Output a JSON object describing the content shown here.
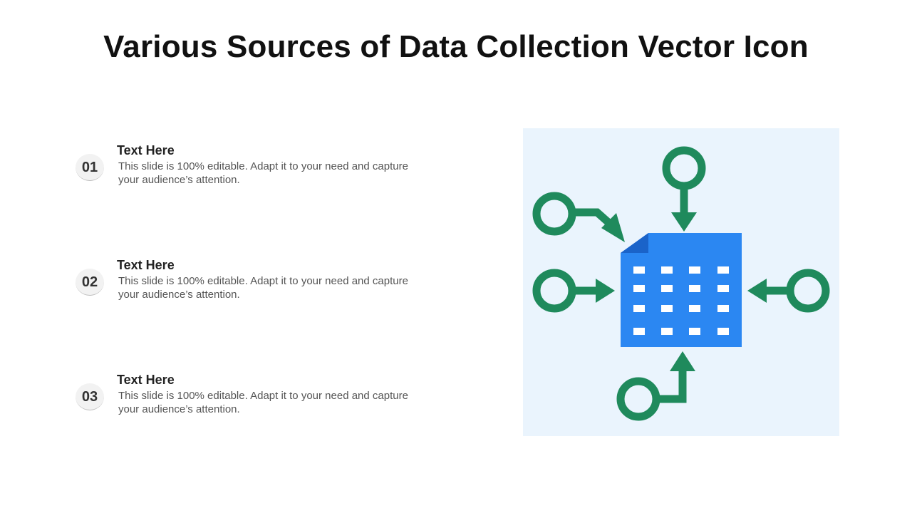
{
  "slide": {
    "title": "Various Sources of Data Collection Vector Icon"
  },
  "items": [
    {
      "number": "01",
      "heading": "Text Here",
      "body": "This slide is 100% editable. Adapt it to your need and capture your audience’s attention."
    },
    {
      "number": "02",
      "heading": "Text Here",
      "body": "This slide is 100% editable. Adapt it to your need and capture your audience’s attention."
    },
    {
      "number": "03",
      "heading": "Text Here",
      "body": "This slide is 100% editable. Adapt it to your need and capture your audience’s attention."
    }
  ],
  "icon": {
    "name": "data-collection-icon",
    "colors": {
      "panel_background": "#eaf4fd",
      "document": "#2b87f2",
      "document_fold": "#1a63c9",
      "cells": "#ffffff",
      "connectors": "#1f8a5c"
    }
  }
}
